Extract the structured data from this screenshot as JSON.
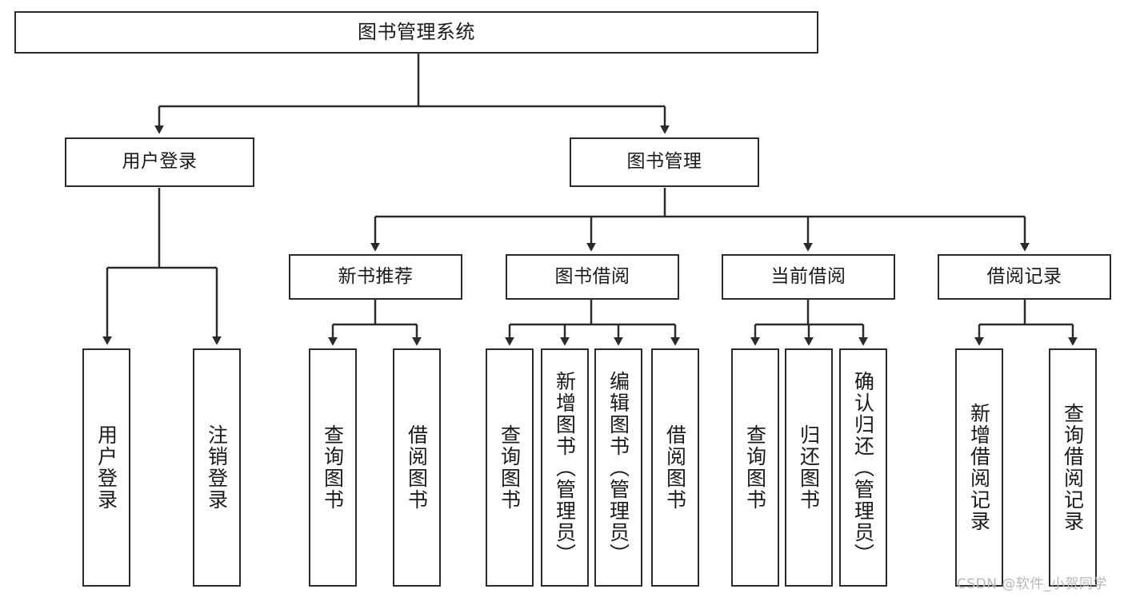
{
  "diagram": {
    "title": "图书管理系统",
    "type": "function-structure-tree",
    "root": {
      "id": "root",
      "label": "图书管理系统"
    },
    "level2": [
      {
        "id": "user-login",
        "label": "用户登录"
      },
      {
        "id": "book-manage",
        "label": "图书管理"
      }
    ],
    "level3": [
      {
        "id": "new-book-rec",
        "label": "新书推荐",
        "parent": "book-manage"
      },
      {
        "id": "book-borrow",
        "label": "图书借阅",
        "parent": "book-manage"
      },
      {
        "id": "current-borrow",
        "label": "当前借阅",
        "parent": "book-manage"
      },
      {
        "id": "borrow-record",
        "label": "借阅记录",
        "parent": "book-manage"
      }
    ],
    "leaves": [
      {
        "id": "leaf-user-login",
        "label": "用户登录",
        "parent": "user-login"
      },
      {
        "id": "leaf-logout",
        "label": "注销登录",
        "parent": "user-login"
      },
      {
        "id": "leaf-query-book-1",
        "label": "查询图书",
        "parent": "new-book-rec"
      },
      {
        "id": "leaf-borrow-book-1",
        "label": "借阅图书",
        "parent": "new-book-rec"
      },
      {
        "id": "leaf-query-book-2",
        "label": "查询图书",
        "parent": "book-borrow"
      },
      {
        "id": "leaf-add-book",
        "label": "新增图书（管理员）",
        "parent": "book-borrow"
      },
      {
        "id": "leaf-edit-book",
        "label": "编辑图书（管理员）",
        "parent": "book-borrow"
      },
      {
        "id": "leaf-borrow-book-2",
        "label": "借阅图书",
        "parent": "book-borrow"
      },
      {
        "id": "leaf-query-book-3",
        "label": "查询图书",
        "parent": "current-borrow"
      },
      {
        "id": "leaf-return-book",
        "label": "归还图书",
        "parent": "current-borrow"
      },
      {
        "id": "leaf-confirm-return",
        "label": "确认归还（管理员）",
        "parent": "current-borrow"
      },
      {
        "id": "leaf-add-record",
        "label": "新增借阅记录",
        "parent": "borrow-record"
      },
      {
        "id": "leaf-query-record",
        "label": "查询借阅记录",
        "parent": "borrow-record"
      }
    ],
    "watermark": "CSDN @软件_小贺同学",
    "colors": {
      "stroke": "#2b2b2b",
      "background": "#ffffff",
      "text": "#1a1a1a",
      "watermark": "#b8b8b8"
    }
  }
}
